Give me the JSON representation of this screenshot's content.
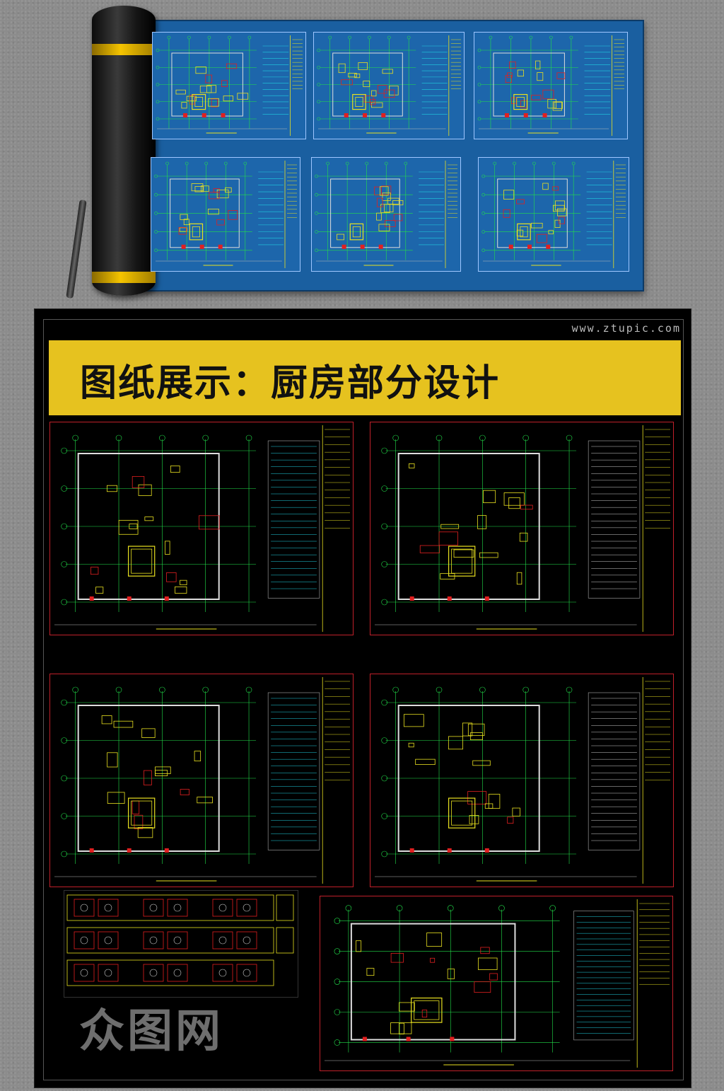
{
  "site": {
    "url": "www.ztupic.com"
  },
  "banner": {
    "title": "图纸展示：厨房部分设计"
  },
  "watermark": {
    "text": "众图网"
  },
  "colors": {
    "banner": "#e6c21f",
    "poster_blue": "#1a5fa0",
    "cad_green": "#22e04a",
    "cad_yellow": "#e8e020",
    "cad_red": "#e02020",
    "cad_cyan": "#20d0e0",
    "frame_red": "#c0202a"
  },
  "icons": {
    "roll": "rolled-paper-icon",
    "pen": "pen-icon"
  }
}
